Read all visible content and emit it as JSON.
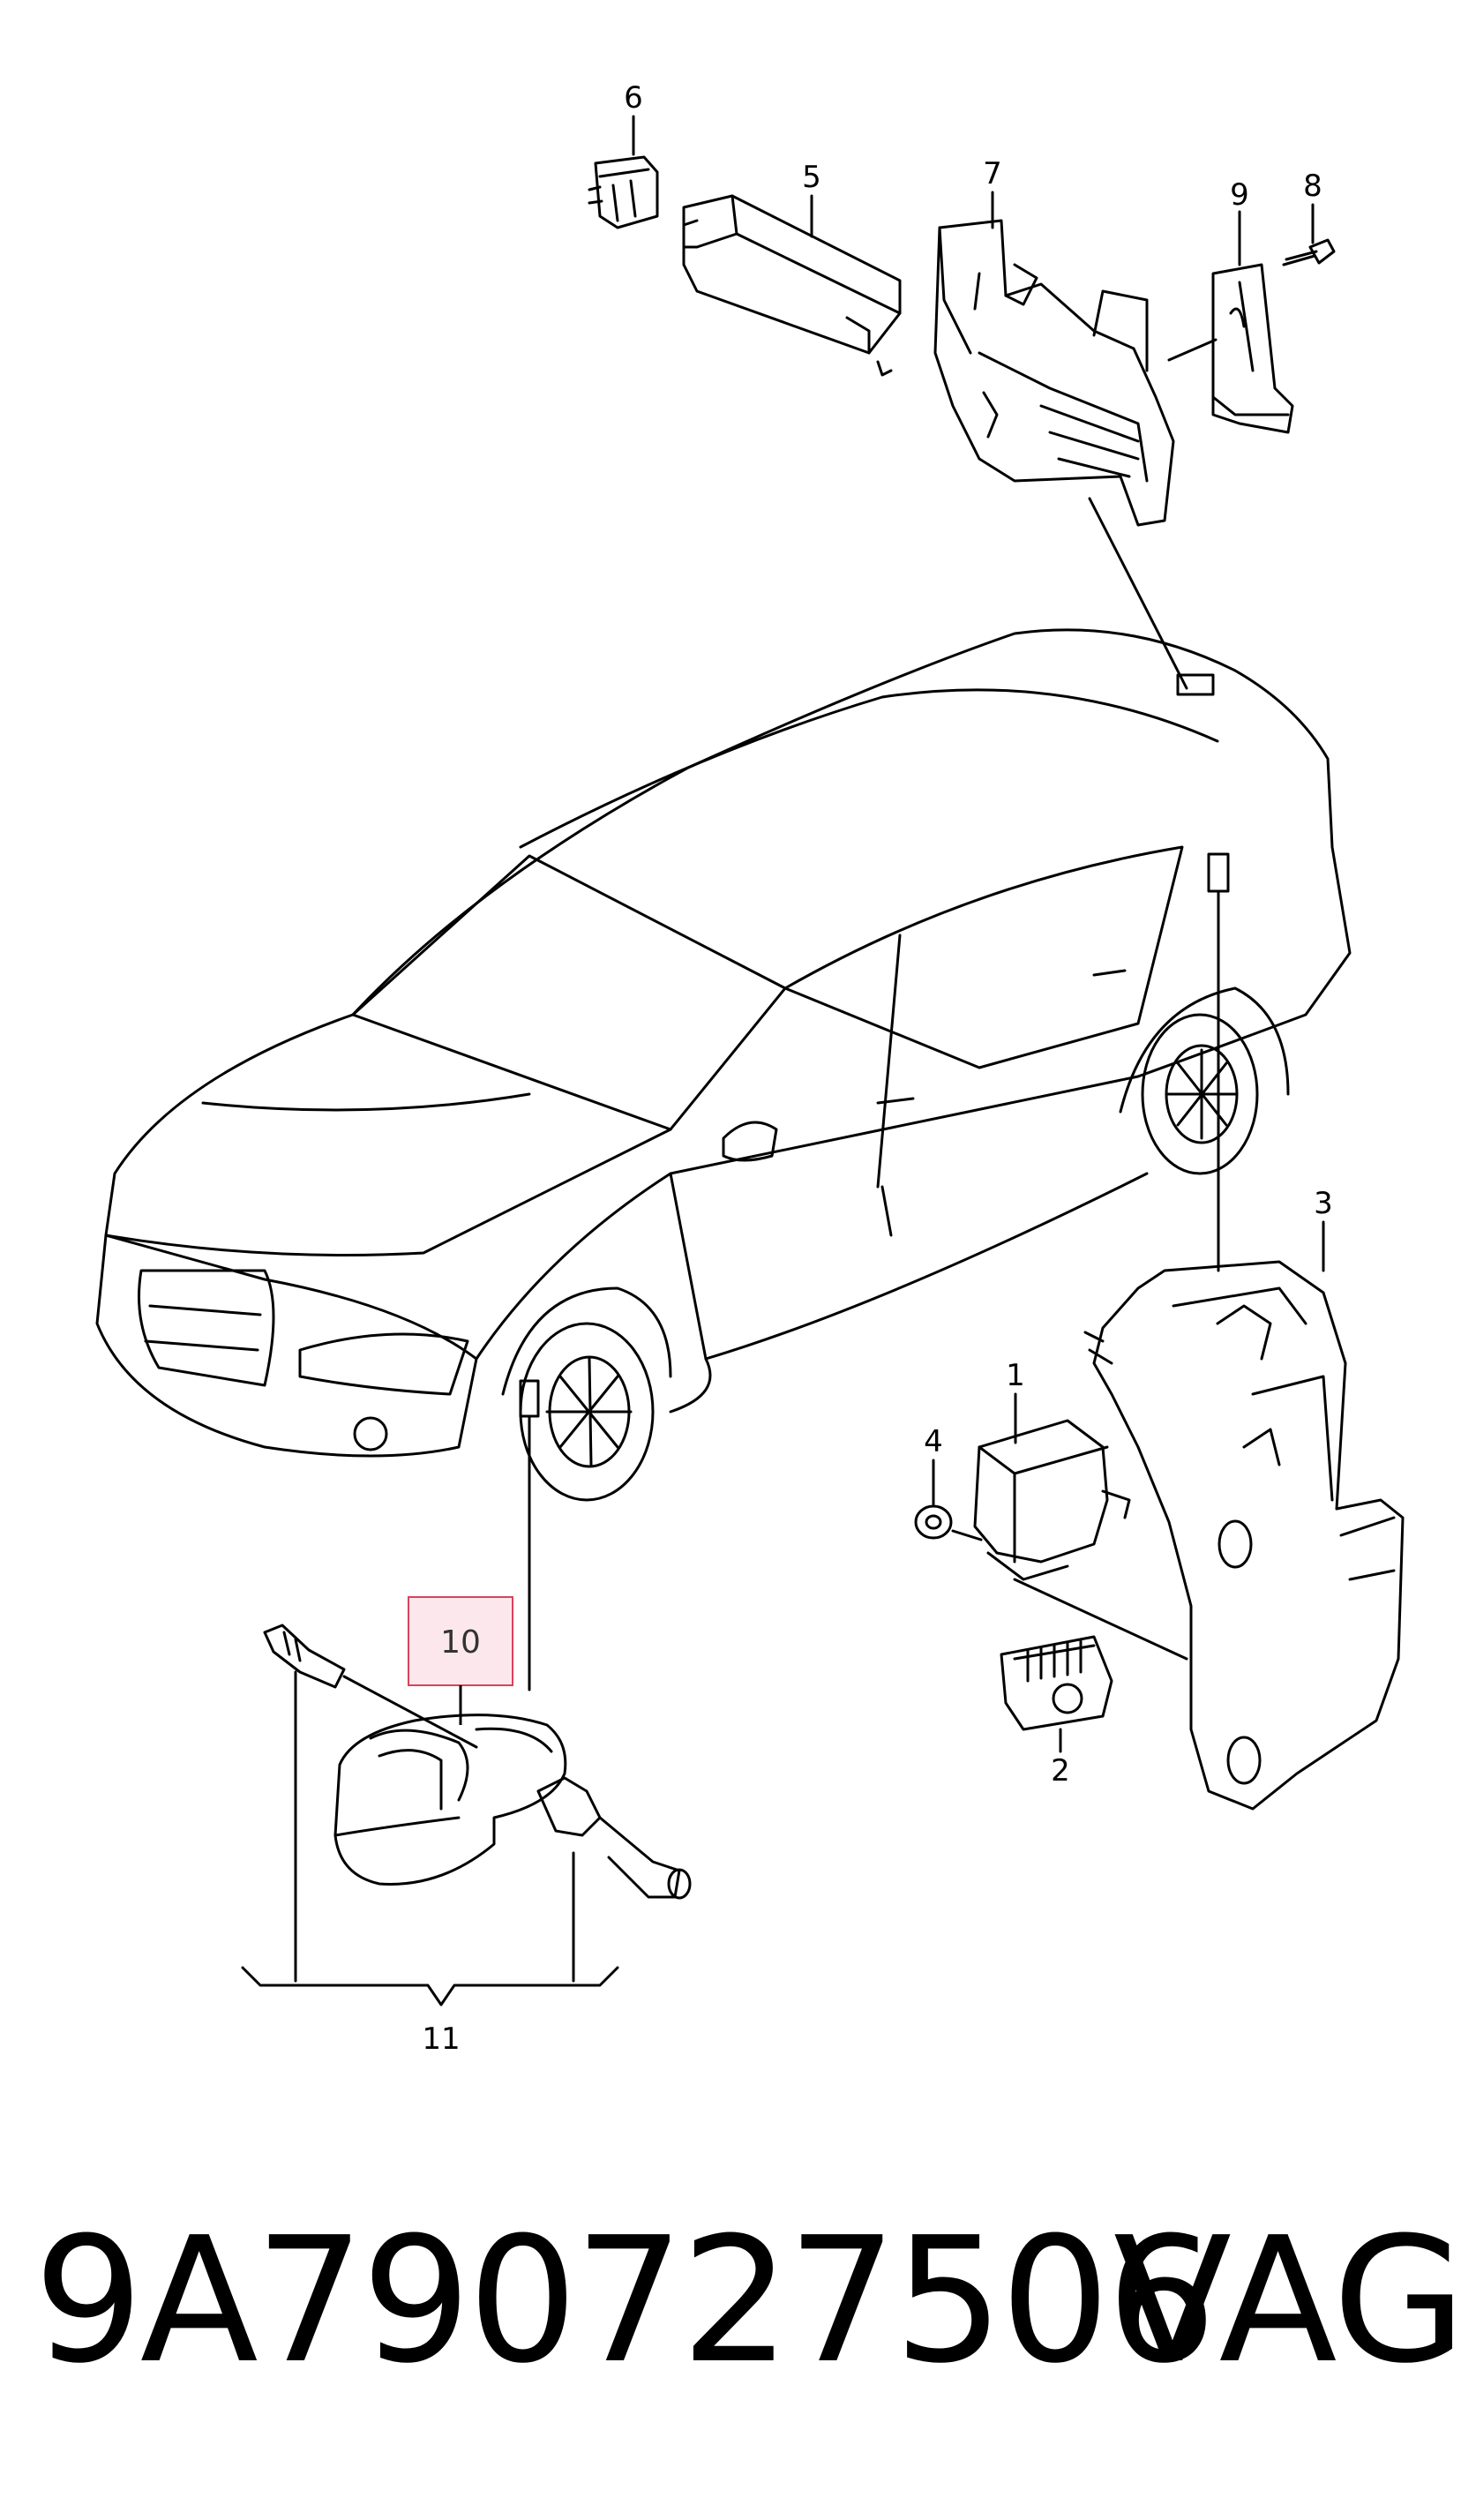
{
  "callouts": {
    "c1": "1",
    "c2": "2",
    "c3": "3",
    "c4": "4",
    "c5": "5",
    "c6": "6",
    "c7": "7",
    "c8": "8",
    "c9": "9",
    "c10": "10",
    "c11": "11"
  },
  "highlight_color": "#d9435e",
  "highlight_fill": "#f9d6dc",
  "footer": {
    "part_number": "9A790727506",
    "brand": "VAG"
  }
}
